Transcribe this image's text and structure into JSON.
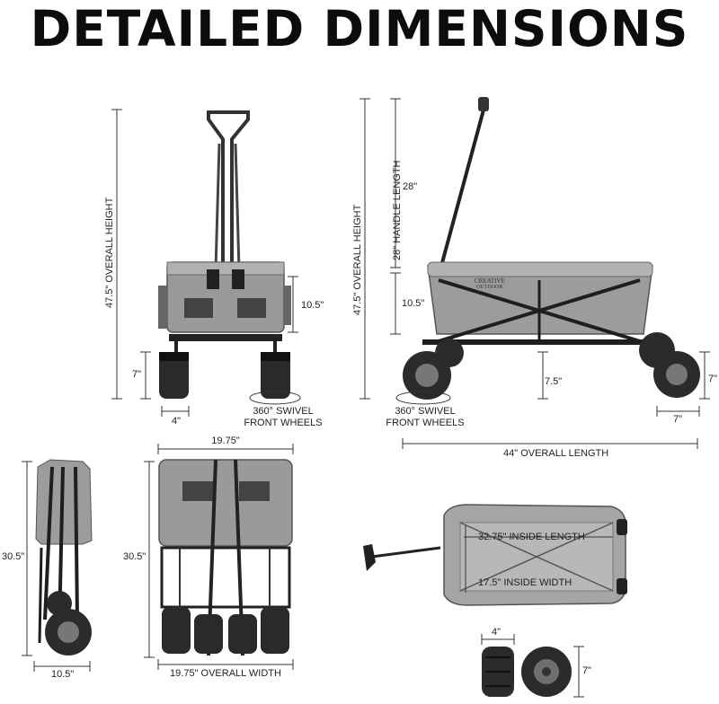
{
  "title": "DETAILED DIMENSIONS",
  "front_view": {
    "overall_height": "47.5\" OVERALL HEIGHT",
    "bed_height": "10.5\"",
    "wheel_height": "7\"",
    "wheel_width": "4\"",
    "swivel_line1": "360° SWIVEL",
    "swivel_line2": "FRONT WHEELS"
  },
  "side_view": {
    "overall_height": "47.5\" OVERALL HEIGHT",
    "handle_top": "28\"",
    "handle_length": "28\" HANDLE LENGTH",
    "bed_height": "10.5\"",
    "clearance": "7.5\"",
    "wheel_height": "7\"",
    "wheel_width": "7\"",
    "overall_length": "44\" OVERALL LENGTH",
    "swivel_line1": "360° SWIVEL",
    "swivel_line2": "FRONT WHEELS",
    "brand_line1": "CREATIVE",
    "brand_line2": "OUTDOOR"
  },
  "folded_side": {
    "height": "30.5\"",
    "depth": "10.5\""
  },
  "folded_front": {
    "top_width": "19.75\"",
    "height": "30.5\"",
    "overall_width": "19.75\" OVERALL WIDTH"
  },
  "top_view": {
    "inside_length": "32.75\" INSIDE LENGTH",
    "inside_width": "17.5\" INSIDE WIDTH"
  },
  "wheel_detail": {
    "width": "4\"",
    "height": "7\""
  }
}
